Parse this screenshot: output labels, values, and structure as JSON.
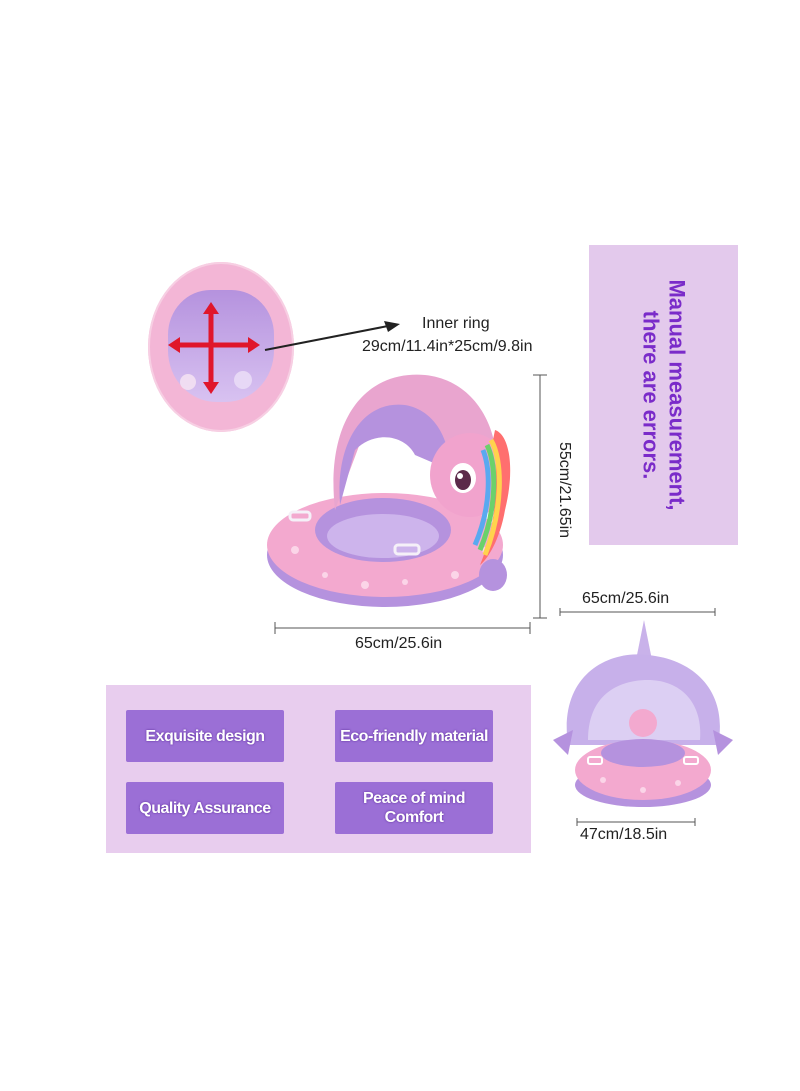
{
  "inner_ring": {
    "title": "Inner ring",
    "size": "29cm/11.4in*25cm/9.8in"
  },
  "main_dimensions": {
    "height": "55cm/21.65in",
    "width": "65cm/25.6in"
  },
  "side_dimensions": {
    "top_width": "65cm/25.6in",
    "bottom_width": "47cm/18.5in"
  },
  "note": {
    "line1": "Manual measurement,",
    "line2": "there are errors."
  },
  "features": [
    {
      "label": "Exquisite design"
    },
    {
      "label": "Eco-friendly material"
    },
    {
      "label": "Quality Assurance"
    },
    {
      "label": "Peace of mind Comfort"
    }
  ],
  "colors": {
    "float_pink": "#f3a9cf",
    "float_purple": "#b592de",
    "note_bg": "#e3c9ec",
    "note_text": "#7a2bc9",
    "feature_bg": "#9b6fd6",
    "panel_bg": "#e8cdee",
    "arrow_red": "#e0162b"
  }
}
